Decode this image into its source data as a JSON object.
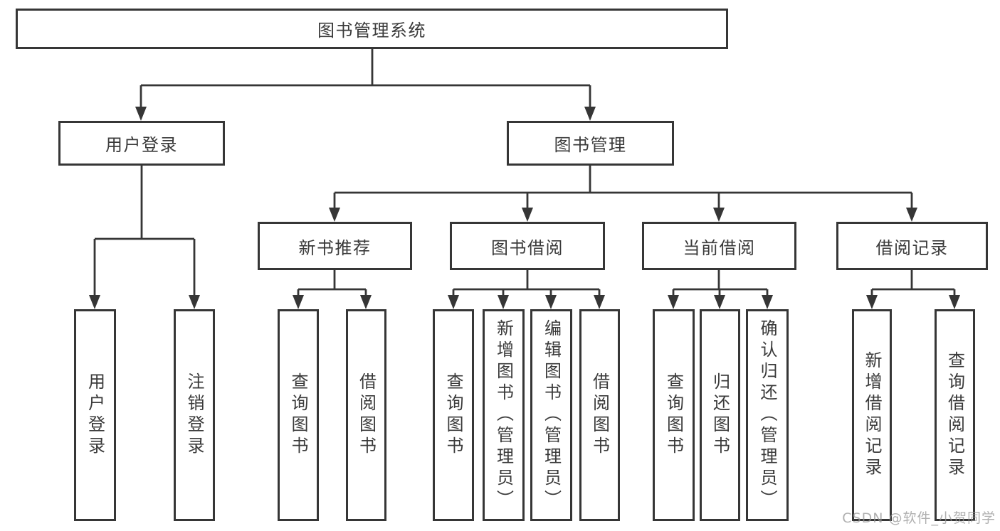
{
  "diagram": {
    "title": "图书管理系统",
    "root": "图书管理系统",
    "branches": [
      {
        "label": "用户登录",
        "leaves": [
          "用户登录",
          "注销登录"
        ]
      },
      {
        "label": "图书管理",
        "children": [
          {
            "label": "新书推荐",
            "leaves": [
              "查询图书",
              "借阅图书"
            ]
          },
          {
            "label": "图书借阅",
            "leaves": [
              "查询图书",
              "新增图书（管理员）",
              "编辑图书（管理员）",
              "借阅图书"
            ]
          },
          {
            "label": "当前借阅",
            "leaves": [
              "查询图书",
              "归还图书",
              "确认归还（管理员）"
            ]
          },
          {
            "label": "借阅记录",
            "leaves": [
              "新增借阅记录",
              "查询借阅记录"
            ]
          }
        ]
      }
    ]
  },
  "watermark": "CSDN @软件_小贺同学",
  "colors": {
    "line": "#363636",
    "text": "#3a3a3a",
    "box_background": "#ffffff",
    "watermark": "#a0a0a0"
  }
}
